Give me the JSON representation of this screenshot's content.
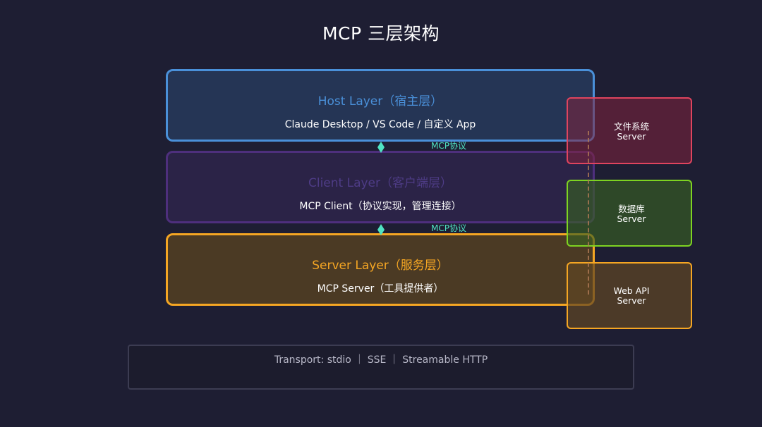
{
  "title": "MCP 三层架构",
  "layers": [
    {
      "title": "Host Layer（宿主层）",
      "subtitle": "Claude Desktop / VS Code / 自定义 App"
    },
    {
      "title": "Client Layer（客户端层）",
      "subtitle": "MCP Client（协议实现，管理连接）"
    },
    {
      "title": "Server Layer（服务层）",
      "subtitle": "MCP Server（工具提供者）"
    }
  ],
  "connectors": [
    {
      "label": "MCP协议"
    },
    {
      "label": "MCP协议"
    }
  ],
  "servers": [
    {
      "line1": "文件系统",
      "line2": "Server",
      "color": "#e0445e"
    },
    {
      "line1": "数据库",
      "line2": "Server",
      "color": "#7ed321"
    },
    {
      "line1": "Web API",
      "line2": "Server",
      "color": "#f5a623"
    }
  ],
  "transport": "Transport: stdio ｜ SSE ｜ Streamable HTTP",
  "colors": {
    "background": "#1e1e33",
    "host": "#4a90d9",
    "client": "#4e2f7d",
    "server": "#f5a623",
    "connector": "#50e3c2"
  }
}
